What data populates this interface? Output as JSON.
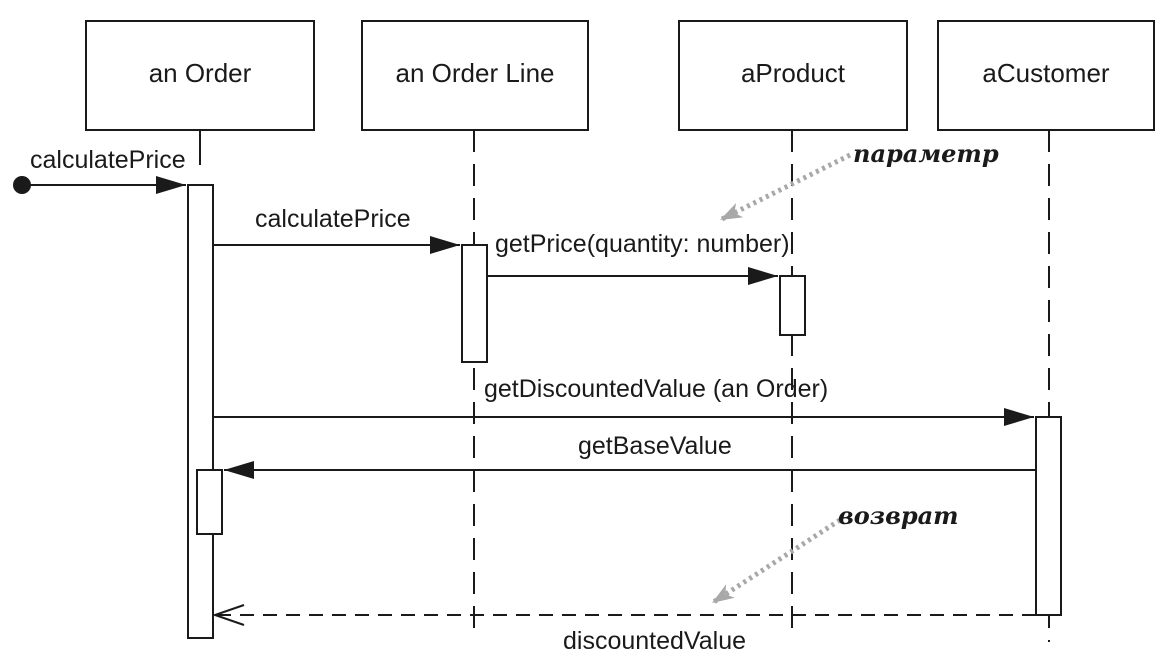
{
  "diagram": {
    "participants": [
      {
        "id": "order",
        "label": "an Order"
      },
      {
        "id": "orderline",
        "label": "an Order Line"
      },
      {
        "id": "product",
        "label": "aProduct"
      },
      {
        "id": "customer",
        "label": "aCustomer"
      }
    ],
    "messages": {
      "found": "calculatePrice",
      "order_to_line": "calculatePrice",
      "line_to_product": "getPrice(quantity: number)",
      "order_to_customer": "getDiscountedValue (an Order)",
      "customer_to_order": "getBaseValue",
      "return": "discountedValue"
    },
    "notes": {
      "parameter": "параметр",
      "return": "возврат"
    },
    "colors": {
      "line": "#1a1a1a",
      "note_arrow": "#a8a8a8"
    }
  }
}
